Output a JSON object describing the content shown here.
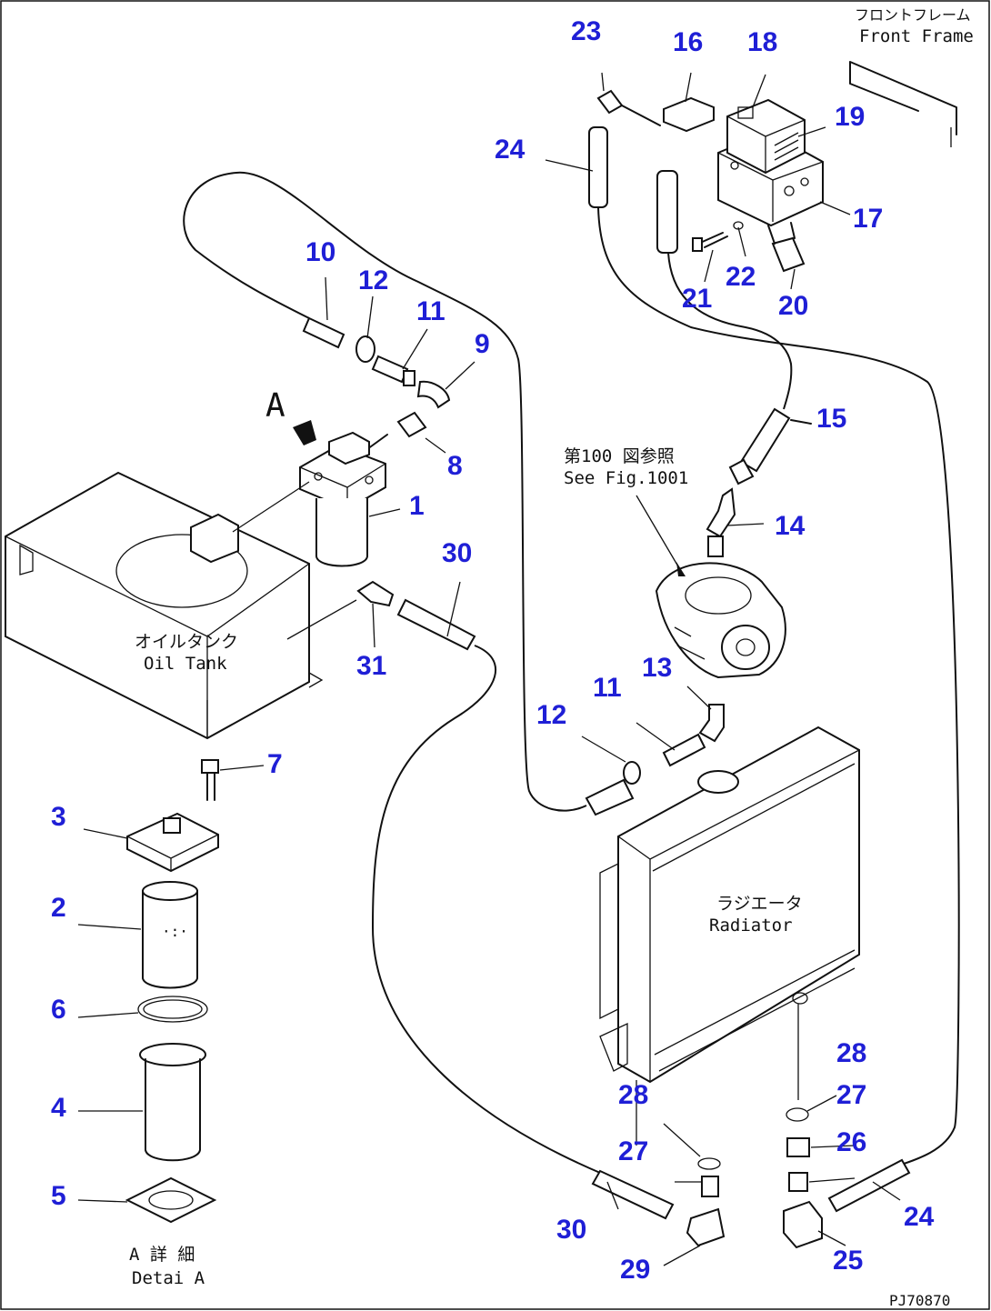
{
  "labels": {
    "front_frame_jp": "フロントフレーム",
    "front_frame_en": "Front Frame",
    "oil_tank_jp": "オイルタンク",
    "oil_tank_en": "Oil Tank",
    "radiator_jp": "ラジエータ",
    "radiator_en": "Radiator",
    "see_fig_jp": "第100 図参照",
    "see_fig_en": "See Fig.1001",
    "detail_jp": "A 詳 細",
    "detail_en": "Detai A",
    "view_mark": "A",
    "drawing_code": "PJ70870"
  },
  "callouts": {
    "c1": "1",
    "c2": "2",
    "c3": "3",
    "c4": "4",
    "c5": "5",
    "c6": "6",
    "c7": "7",
    "c8": "8",
    "c9": "9",
    "c10": "10",
    "c11a": "11",
    "c11b": "11",
    "c12a": "12",
    "c12b": "12",
    "c13": "13",
    "c14": "14",
    "c15": "15",
    "c16": "16",
    "c17": "17",
    "c18": "18",
    "c19": "19",
    "c20": "20",
    "c21": "21",
    "c22": "22",
    "c23": "23",
    "c24a": "24",
    "c24b": "24",
    "c25": "25",
    "c26": "26",
    "c27a": "27",
    "c27b": "27",
    "c28a": "28",
    "c28b": "28",
    "c29": "29",
    "c30a": "30",
    "c30b": "30",
    "c31": "31"
  },
  "colors": {
    "callout": "#1f1fd6",
    "line": "#111111",
    "background": "#ffffff"
  }
}
